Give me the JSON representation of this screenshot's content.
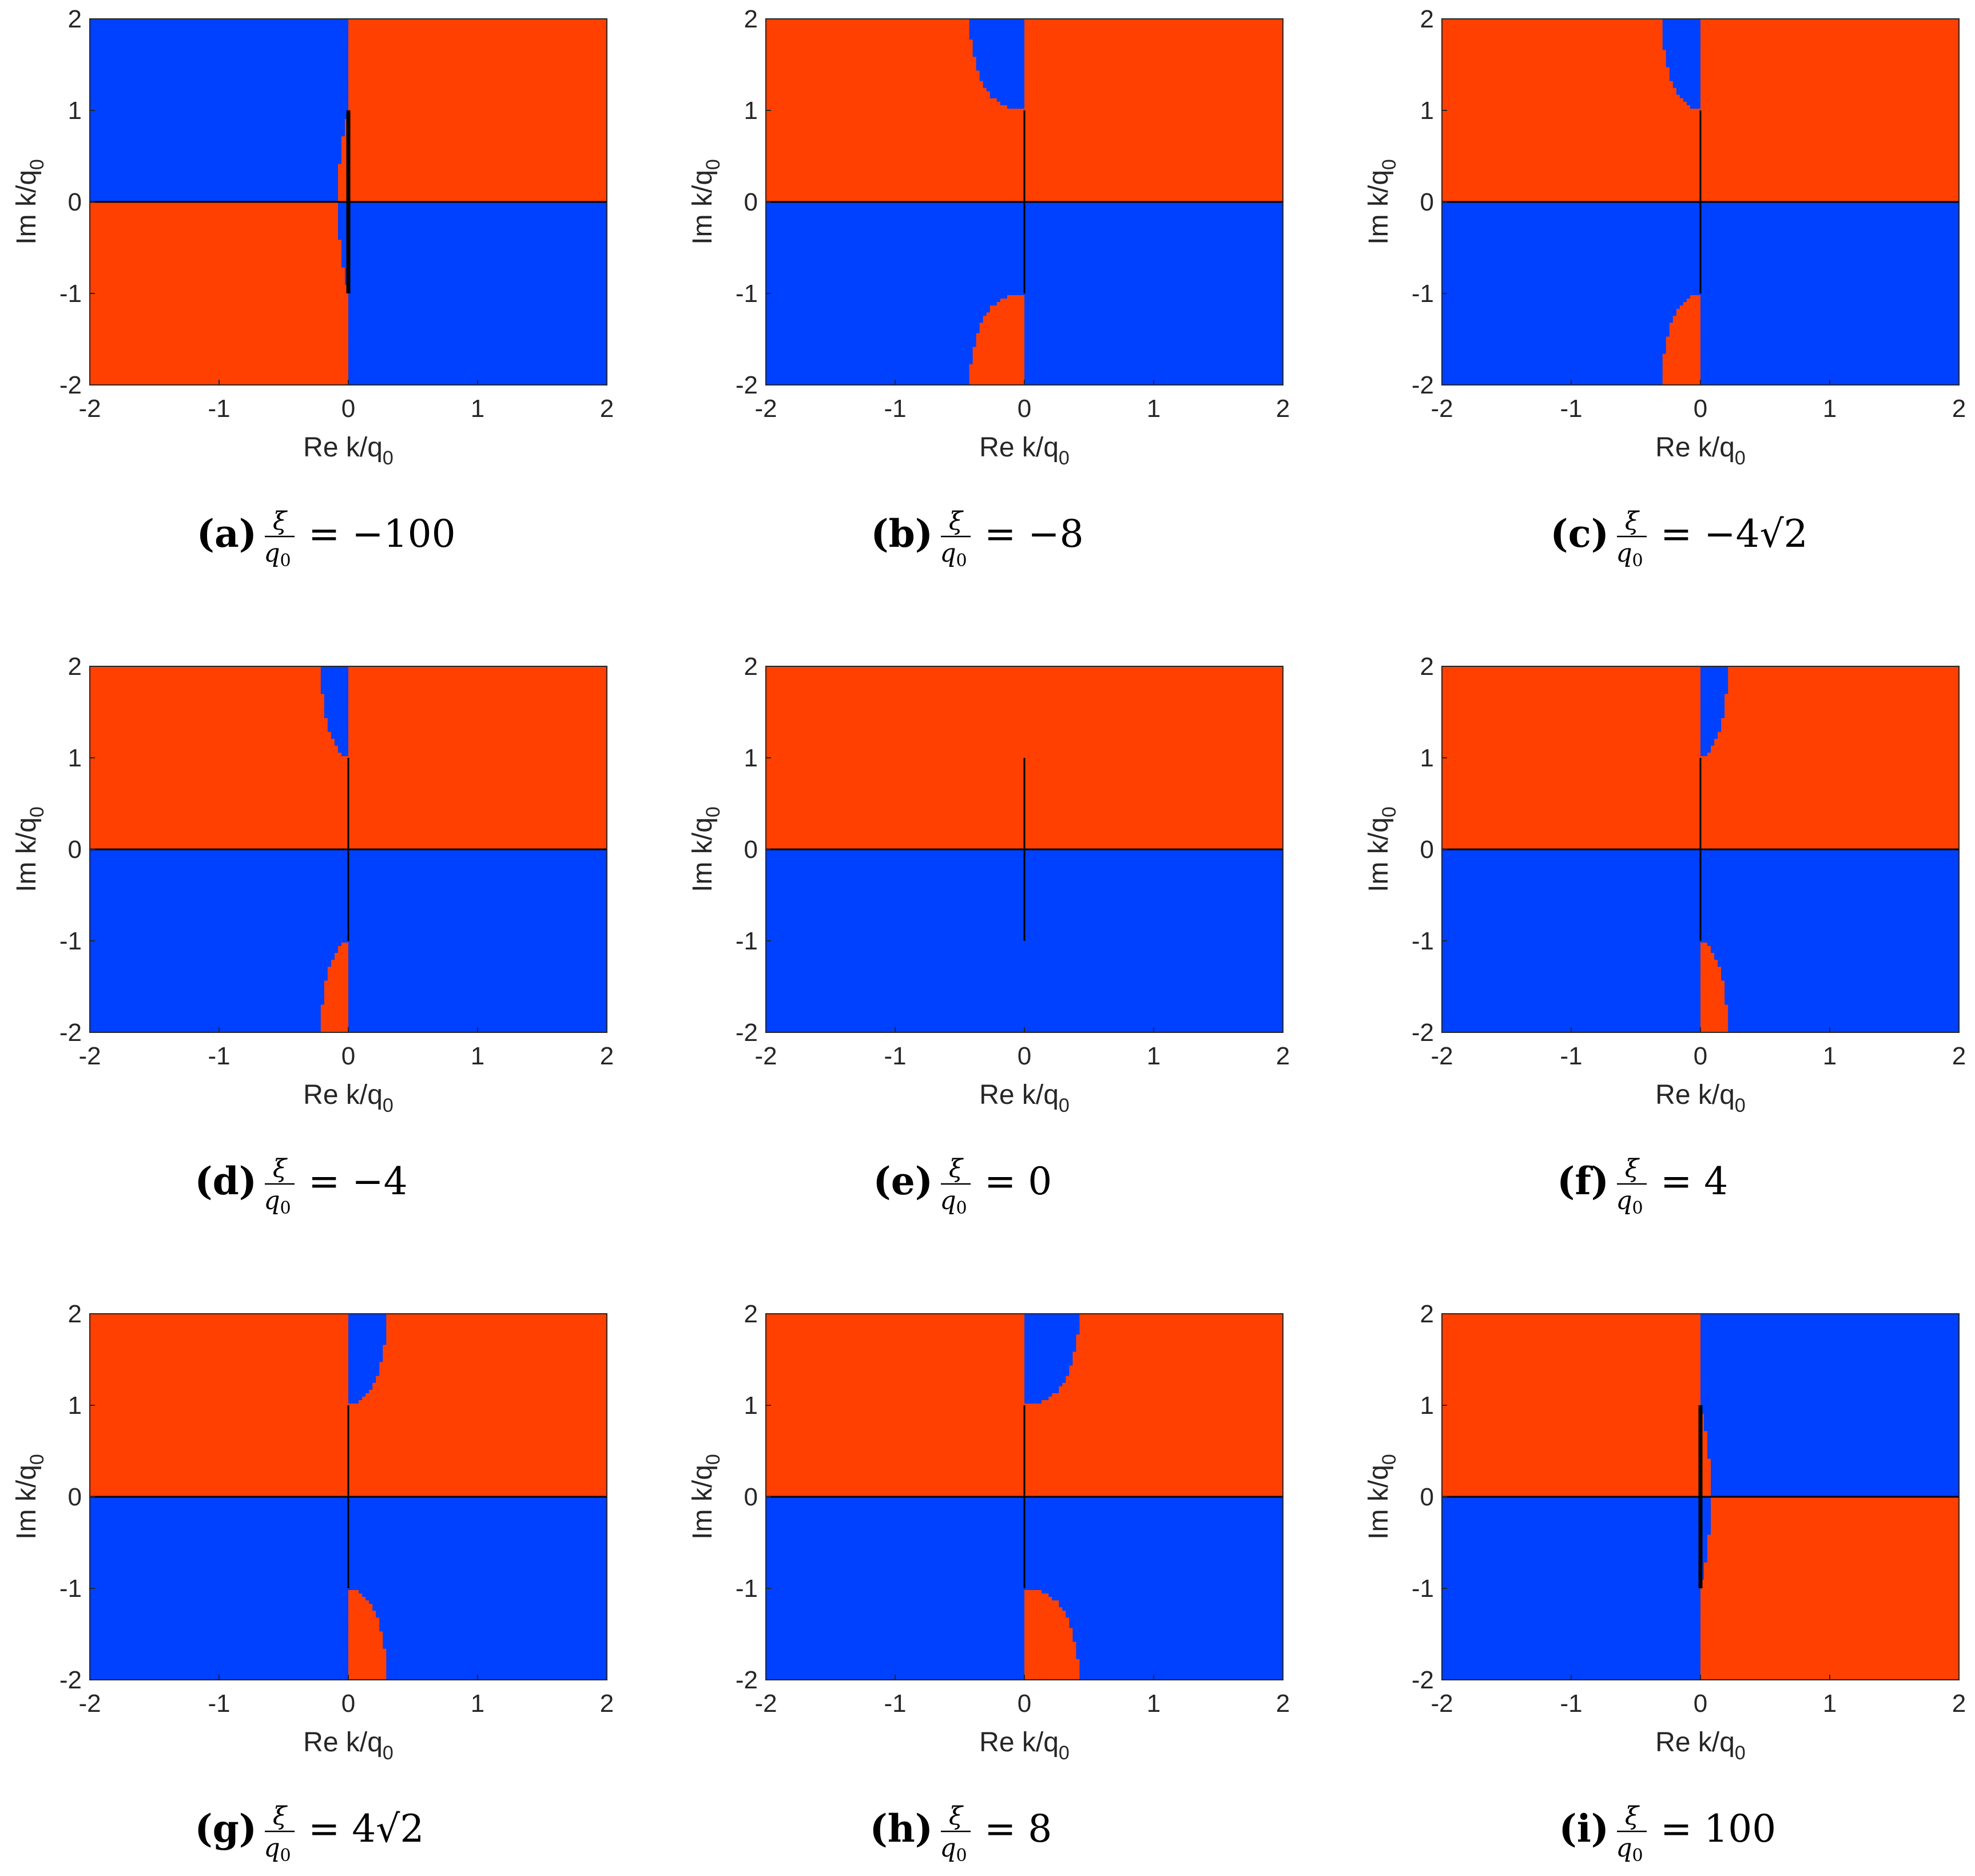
{
  "colors": {
    "positive": "#ff4000",
    "negative": "#0040ff",
    "curve": "#000000"
  },
  "chart_data": [
    {
      "type": "heatmap",
      "panel": "a",
      "xi_over_q0": -100,
      "xlabel": "Re k/q",
      "xlabel_sub": "0",
      "ylabel": "Im k/q",
      "ylabel_sub": "0",
      "xlim": [
        -2,
        2
      ],
      "ylim": [
        -2,
        2
      ],
      "xticks": [
        "-2",
        "-1",
        "0",
        "1",
        "2"
      ],
      "yticks": [
        "-2",
        "-1",
        "0",
        "1",
        "2"
      ],
      "caption": {
        "letter": "(a)",
        "frac_num": "ξ",
        "frac_den": "q",
        "frac_den_sub": "0",
        "rhs": "= −100"
      }
    },
    {
      "type": "heatmap",
      "panel": "b",
      "xi_over_q0": -8,
      "xlabel": "Re k/q",
      "xlabel_sub": "0",
      "ylabel": "Im k/q",
      "ylabel_sub": "0",
      "xlim": [
        -2,
        2
      ],
      "ylim": [
        -2,
        2
      ],
      "xticks": [
        "-2",
        "-1",
        "0",
        "1",
        "2"
      ],
      "yticks": [
        "-2",
        "-1",
        "0",
        "1",
        "2"
      ],
      "caption": {
        "letter": "(b)",
        "frac_num": "ξ",
        "frac_den": "q",
        "frac_den_sub": "0",
        "rhs": "= −8"
      }
    },
    {
      "type": "heatmap",
      "panel": "c",
      "xi_over_q0": -5.656854,
      "xlabel": "Re k/q",
      "xlabel_sub": "0",
      "ylabel": "Im k/q",
      "ylabel_sub": "0",
      "xlim": [
        -2,
        2
      ],
      "ylim": [
        -2,
        2
      ],
      "xticks": [
        "-2",
        "-1",
        "0",
        "1",
        "2"
      ],
      "yticks": [
        "-2",
        "-1",
        "0",
        "1",
        "2"
      ],
      "caption": {
        "letter": "(c)",
        "frac_num": "ξ",
        "frac_den": "q",
        "frac_den_sub": "0",
        "rhs": "= −4√2"
      }
    },
    {
      "type": "heatmap",
      "panel": "d",
      "xi_over_q0": -4,
      "xlabel": "Re k/q",
      "xlabel_sub": "0",
      "ylabel": "Im k/q",
      "ylabel_sub": "0",
      "xlim": [
        -2,
        2
      ],
      "ylim": [
        -2,
        2
      ],
      "xticks": [
        "-2",
        "-1",
        "0",
        "1",
        "2"
      ],
      "yticks": [
        "-2",
        "-1",
        "0",
        "1",
        "2"
      ],
      "caption": {
        "letter": "(d)",
        "frac_num": "ξ",
        "frac_den": "q",
        "frac_den_sub": "0",
        "rhs": "= −4"
      }
    },
    {
      "type": "heatmap",
      "panel": "e",
      "xi_over_q0": 0,
      "xlabel": "Re k/q",
      "xlabel_sub": "0",
      "ylabel": "Im k/q",
      "ylabel_sub": "0",
      "xlim": [
        -2,
        2
      ],
      "ylim": [
        -2,
        2
      ],
      "xticks": [
        "-2",
        "-1",
        "0",
        "1",
        "2"
      ],
      "yticks": [
        "-2",
        "-1",
        "0",
        "1",
        "2"
      ],
      "caption": {
        "letter": "(e)",
        "frac_num": "ξ",
        "frac_den": "q",
        "frac_den_sub": "0",
        "rhs": "= 0"
      }
    },
    {
      "type": "heatmap",
      "panel": "f",
      "xi_over_q0": 4,
      "xlabel": "Re k/q",
      "xlabel_sub": "0",
      "ylabel": "Im k/q",
      "ylabel_sub": "0",
      "xlim": [
        -2,
        2
      ],
      "ylim": [
        -2,
        2
      ],
      "xticks": [
        "-2",
        "-1",
        "0",
        "1",
        "2"
      ],
      "yticks": [
        "-2",
        "-1",
        "0",
        "1",
        "2"
      ],
      "caption": {
        "letter": "(f)",
        "frac_num": "ξ",
        "frac_den": "q",
        "frac_den_sub": "0",
        "rhs": "= 4"
      }
    },
    {
      "type": "heatmap",
      "panel": "g",
      "xi_over_q0": 5.656854,
      "xlabel": "Re k/q",
      "xlabel_sub": "0",
      "ylabel": "Im k/q",
      "ylabel_sub": "0",
      "xlim": [
        -2,
        2
      ],
      "ylim": [
        -2,
        2
      ],
      "xticks": [
        "-2",
        "-1",
        "0",
        "1",
        "2"
      ],
      "yticks": [
        "-2",
        "-1",
        "0",
        "1",
        "2"
      ],
      "caption": {
        "letter": "(g)",
        "frac_num": "ξ",
        "frac_den": "q",
        "frac_den_sub": "0",
        "rhs": "= 4√2"
      }
    },
    {
      "type": "heatmap",
      "panel": "h",
      "xi_over_q0": 8,
      "xlabel": "Re k/q",
      "xlabel_sub": "0",
      "ylabel": "Im k/q",
      "ylabel_sub": "0",
      "xlim": [
        -2,
        2
      ],
      "ylim": [
        -2,
        2
      ],
      "xticks": [
        "-2",
        "-1",
        "0",
        "1",
        "2"
      ],
      "yticks": [
        "-2",
        "-1",
        "0",
        "1",
        "2"
      ],
      "caption": {
        "letter": "(h)",
        "frac_num": "ξ",
        "frac_den": "q",
        "frac_den_sub": "0",
        "rhs": "= 8"
      }
    },
    {
      "type": "heatmap",
      "panel": "i",
      "xi_over_q0": 100,
      "xlabel": "Re k/q",
      "xlabel_sub": "0",
      "ylabel": "Im k/q",
      "ylabel_sub": "0",
      "xlim": [
        -2,
        2
      ],
      "ylim": [
        -2,
        2
      ],
      "xticks": [
        "-2",
        "-1",
        "0",
        "1",
        "2"
      ],
      "yticks": [
        "-2",
        "-1",
        "0",
        "1",
        "2"
      ],
      "caption": {
        "letter": "(i)",
        "frac_num": "ξ",
        "frac_den": "q",
        "frac_den_sub": "0",
        "rhs": "= 100"
      }
    }
  ]
}
